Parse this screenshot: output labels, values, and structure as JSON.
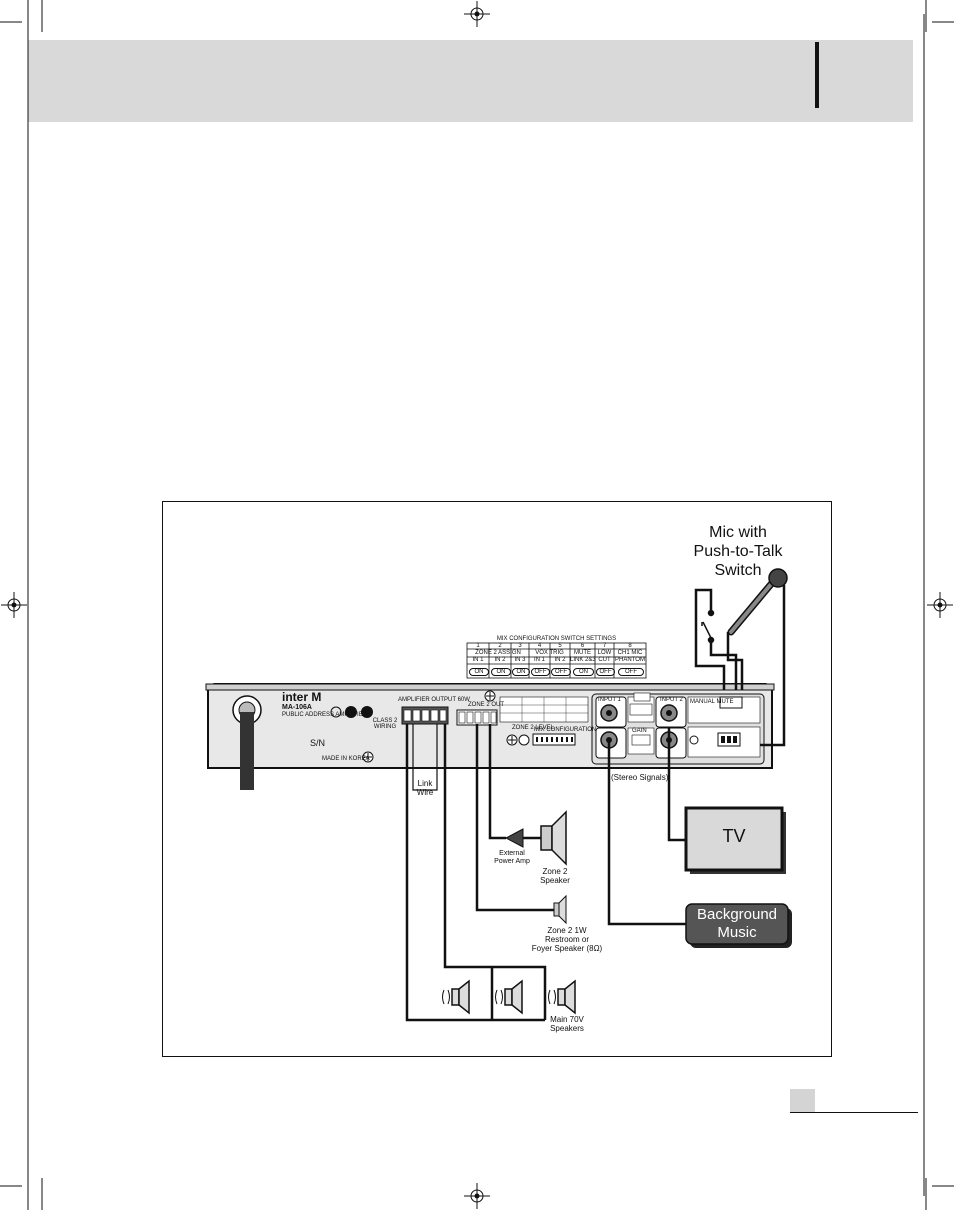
{
  "header": {
    "band_color": "#d9d9d9"
  },
  "diagram": {
    "mic_label_lines": [
      "Mic with",
      "Push-to-Talk",
      "Switch"
    ],
    "switch_table": {
      "title": "MIX CONFIGURATION SWITCH SETTINGS",
      "numbers": [
        "1",
        "2",
        "3",
        "4",
        "5",
        "6",
        "7",
        "8"
      ],
      "groups": [
        "ZONE 2 ASSIGN",
        "VOX TRIG",
        "MUTE",
        "LOW",
        "CH1 MIC"
      ],
      "group_sub": [
        "IN 1",
        "IN 2",
        "IN 3",
        "IN 1",
        "IN 2",
        "LINK 2&3",
        "CUT",
        "PHANTOM"
      ],
      "states": [
        "ON",
        "ON",
        "ON",
        "OFF",
        "OFF",
        "ON",
        "OFF",
        "OFF"
      ]
    },
    "amp": {
      "brand": "inter M",
      "model": "MA-106A",
      "subtitle": "PUBLIC ADDRESS AMPLIFIER",
      "output_label": "AMPLIFIER OUTPUT 60W",
      "made_in": "MADE IN KOREA",
      "sn": "S/N",
      "class2": "CLASS 2 WIRING",
      "zone2_out": "ZONE 2 OUT",
      "zone2_level": "ZONE 2 LEVEL",
      "mix_config": "MIX CONFIGURATION",
      "input1": "INPUT 1",
      "input2": "INPUT 2",
      "gain": "GAIN",
      "manual_mute": "MANUAL MUTE"
    },
    "link_wire_lines": [
      "Link",
      "Wire"
    ],
    "stereo_signals": "(Stereo Signals)",
    "tv_label": "TV",
    "bg_music_lines": [
      "Background",
      "Music"
    ],
    "ext_amp_lines": [
      "External",
      "Power Amp"
    ],
    "zone2_speaker_lines": [
      "Zone 2",
      "Speaker"
    ],
    "restroom_lines": [
      "Zone 2  1W",
      "Restroom or",
      "Foyer Speaker (8Ω)"
    ],
    "main_speakers_lines": [
      "Main 70V",
      "Speakers"
    ]
  },
  "colors": {
    "line": "#111111",
    "panel": "#e8e8e8",
    "tv_screen": "#d9d9d9",
    "bg_music_box": "#555555"
  }
}
